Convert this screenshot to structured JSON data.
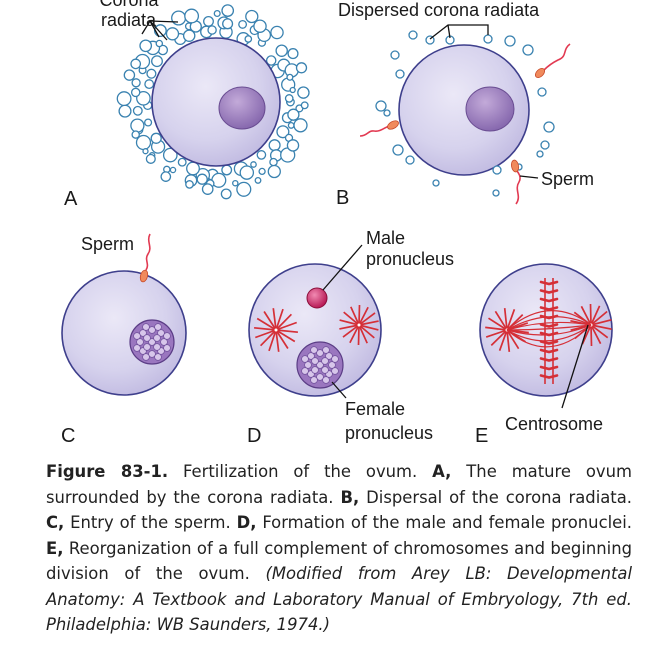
{
  "labels": {
    "corona_radiata_line1": "Corona",
    "corona_radiata_line2": "radiata",
    "dispersed_corona_radiata": "Dispersed corona radiata",
    "sperm_b": "Sperm",
    "sperm_c": "Sperm",
    "male_pronucleus_line1": "Male",
    "male_pronucleus_line2": "pronucleus",
    "female_pronucleus_line1": "Female",
    "female_pronucleus_line2": "pronucleus",
    "centrosome": "Centrosome"
  },
  "panels": {
    "a": "A",
    "b": "B",
    "c": "C",
    "d": "D",
    "e": "E"
  },
  "caption": {
    "figure_label": "Figure 83-1.",
    "intro": "Fertilization of the ovum.",
    "a_key": "A,",
    "a_text": "The mature ovum surrounded by the corona radiata.",
    "b_key": "B,",
    "b_text": "Dispersal of the corona radiata.",
    "c_key": "C,",
    "c_text": "Entry of the sperm.",
    "d_key": "D,",
    "d_text": "Formation of the male and female pronuclei.",
    "e_key": "E,",
    "e_text": "Reorganization of a full complement of chromosomes and beginning division of the ovum.",
    "source": "(Modified from Arey LB: Developmental Anatomy: A Textbook and Laboratory Manual of Embryology, 7th ed. Philadelphia: WB Saunders, 1974.)"
  },
  "colors": {
    "cell_fill": "#d4d0ec",
    "cell_stroke": "#3e3f8c",
    "nucleus": "#8f72b6",
    "corona_stroke": "#3a82b0",
    "sperm_red": "#e23a52",
    "sperm_head": "#f08a5c",
    "spindle_red": "#d52f37",
    "male_pronucleus": "#c2185b"
  }
}
